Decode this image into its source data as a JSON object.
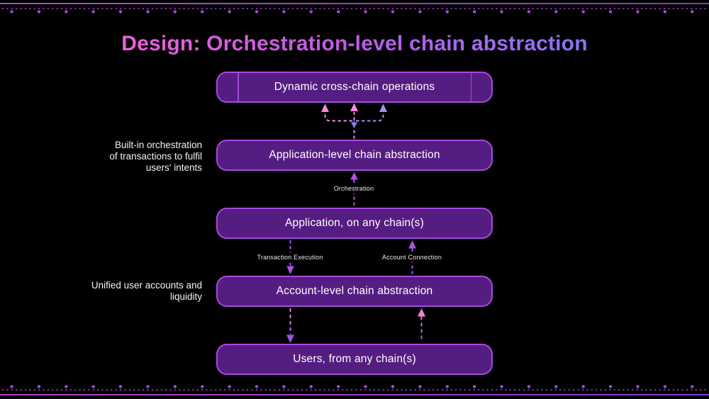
{
  "slide": {
    "title": "Design: Orchestration-level chain abstraction"
  },
  "boxes": [
    {
      "label": "Dynamic cross-chain operations"
    },
    {
      "label": "Application-level chain abstraction"
    },
    {
      "label": "Application, on any chain(s)"
    },
    {
      "label": "Account-level chain abstraction"
    },
    {
      "label": "Users, from any chain(s)"
    }
  ],
  "connectors": {
    "orchestration_label": "Orchestration",
    "transaction_execution_label": "Transaction Execution",
    "account_connection_label": "Account Connection"
  },
  "annotations": {
    "orchestration_note": {
      "lines": [
        "Built-in orchestration",
        "of transactions to fulfil",
        "users' intents"
      ]
    },
    "accounts_note": {
      "lines": [
        "Unified user accounts and",
        "liquidity"
      ]
    }
  },
  "colors": {
    "background": "#000000",
    "box_fill": "#551d81",
    "box_border": "#a64ae0",
    "title_gradient_start": "#f060d8",
    "title_gradient_end": "#8a74f8",
    "arrow_bright_purple": "#b14ef2",
    "arrow_pink": "#f58cd8",
    "arrow_violet": "#aa8df6",
    "border_line": "#a63ecb",
    "text": "#ffffff"
  }
}
